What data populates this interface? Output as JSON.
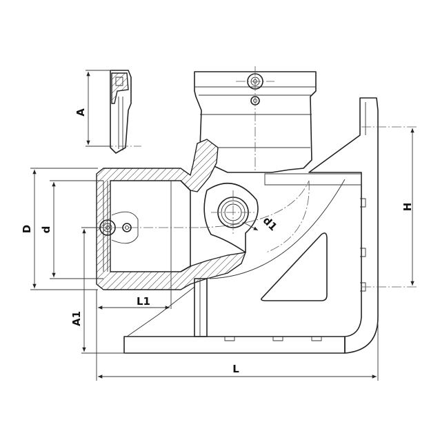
{
  "labels": {
    "A": "A",
    "D": "D",
    "d": "d",
    "L1": "L1",
    "A1": "A1",
    "L": "L",
    "H": "H",
    "d1": "d1"
  }
}
